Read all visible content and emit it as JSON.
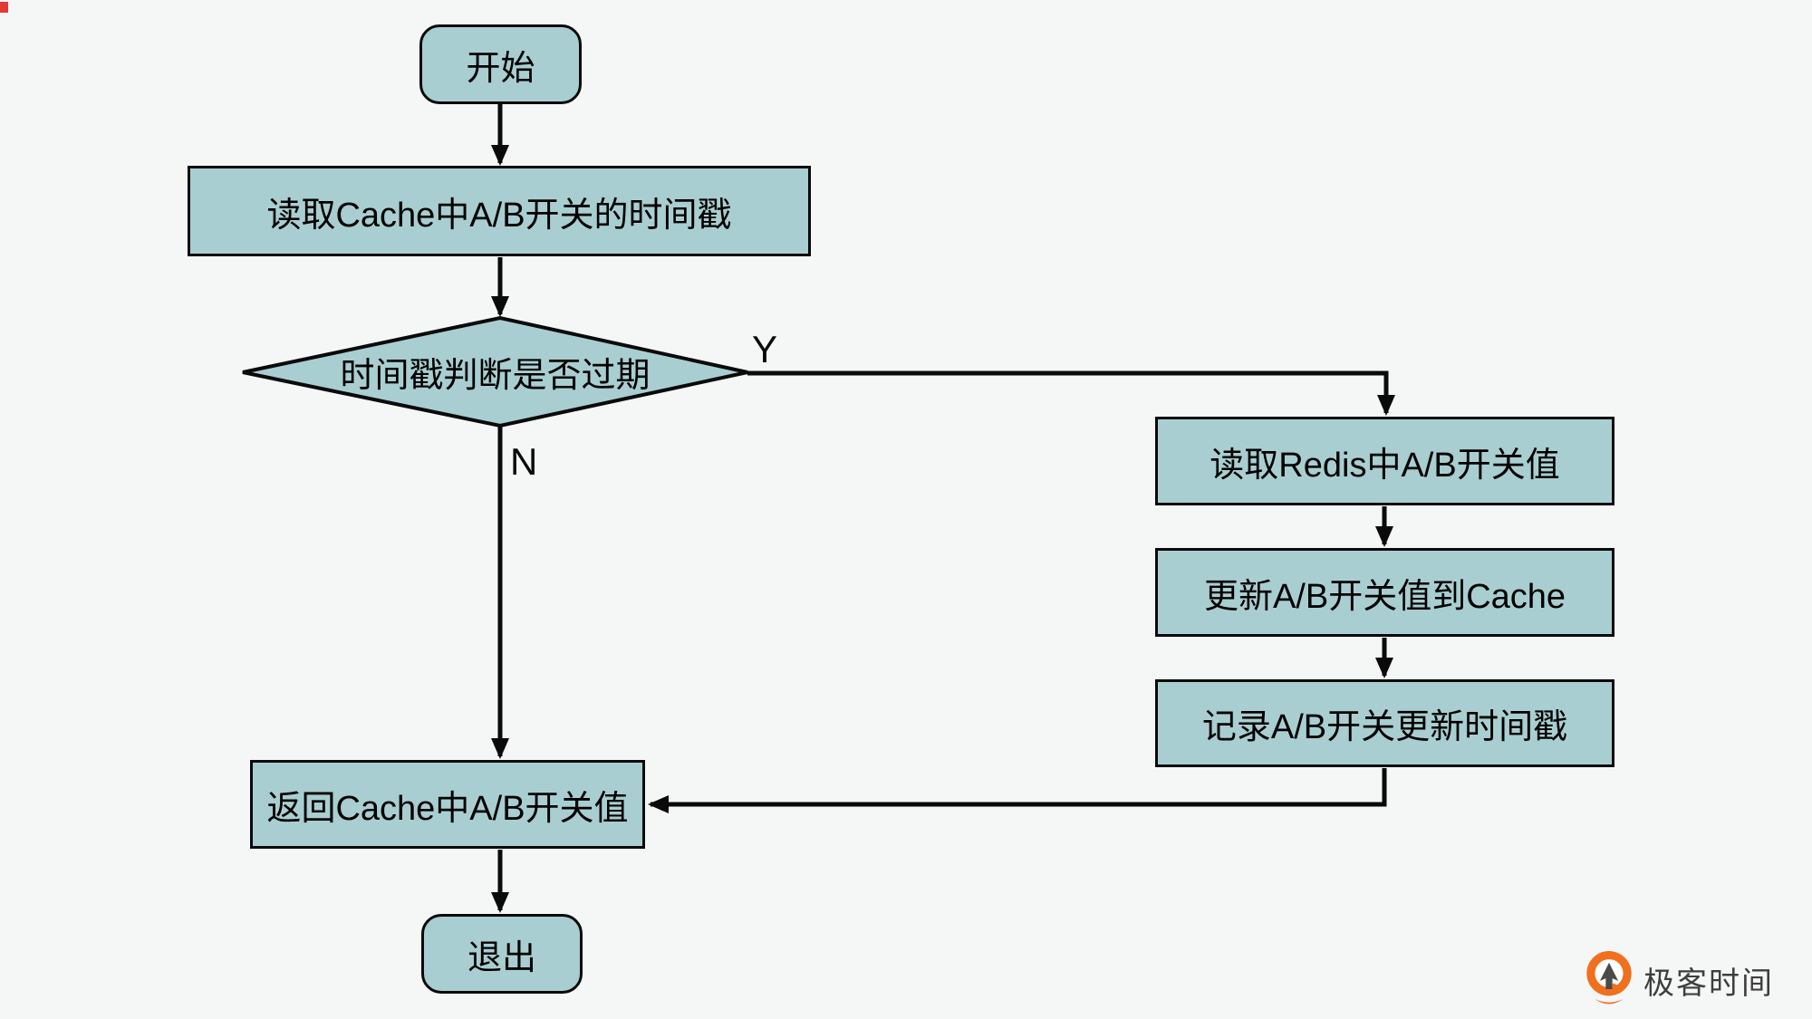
{
  "colors": {
    "bg": "#f5f6f6",
    "node-fill": "#a9ced1",
    "line": "#0a0a0a",
    "brand-accent": "#f1701d",
    "brand-text": "#3e3e3e"
  },
  "nodes": {
    "start": {
      "label": "开始",
      "type": "terminal"
    },
    "read_cache": {
      "label": "读取Cache中A/B开关的时间戳",
      "type": "process"
    },
    "decision": {
      "label": "时间戳判断是否过期",
      "type": "decision"
    },
    "read_redis": {
      "label": "读取Redis中A/B开关值",
      "type": "process"
    },
    "update_cache": {
      "label": "更新A/B开关值到Cache",
      "type": "process"
    },
    "record_ts": {
      "label": "记录A/B开关更新时间戳",
      "type": "process"
    },
    "return_cache": {
      "label": "返回Cache中A/B开关值",
      "type": "process"
    },
    "exit": {
      "label": "退出",
      "type": "terminal"
    }
  },
  "edges": {
    "yes_label": "Y",
    "no_label": "N"
  },
  "watermark": {
    "brand": "极客时间"
  }
}
